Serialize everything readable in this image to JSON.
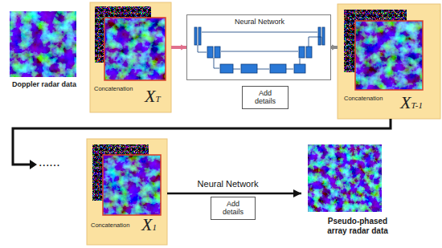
{
  "diagram": {
    "nodes": [
      {
        "text": [
          "Doppler radar data"
        ]
      },
      {
        "text": [
          "Concatenation",
          "XT"
        ]
      },
      {
        "text": [
          "Neural Network"
        ]
      },
      {
        "text": [
          "Add details"
        ]
      },
      {
        "text": [
          "Concatenation",
          "XT-1"
        ]
      },
      {
        "text": [
          "Concatenation",
          "X1"
        ]
      },
      {
        "text": [
          "Add details"
        ]
      },
      {
        "text": [
          "Pseudo-phased array radar data"
        ]
      }
    ],
    "edges": [
      {
        "from": 1,
        "to": 2,
        "arrow": "to"
      },
      {
        "from": 2,
        "to": 4,
        "arrow": "to"
      },
      {
        "from": 5,
        "to": 7,
        "label": "Neural Network",
        "arrow": "to"
      }
    ],
    "labels": [
      "......"
    ]
  }
}
